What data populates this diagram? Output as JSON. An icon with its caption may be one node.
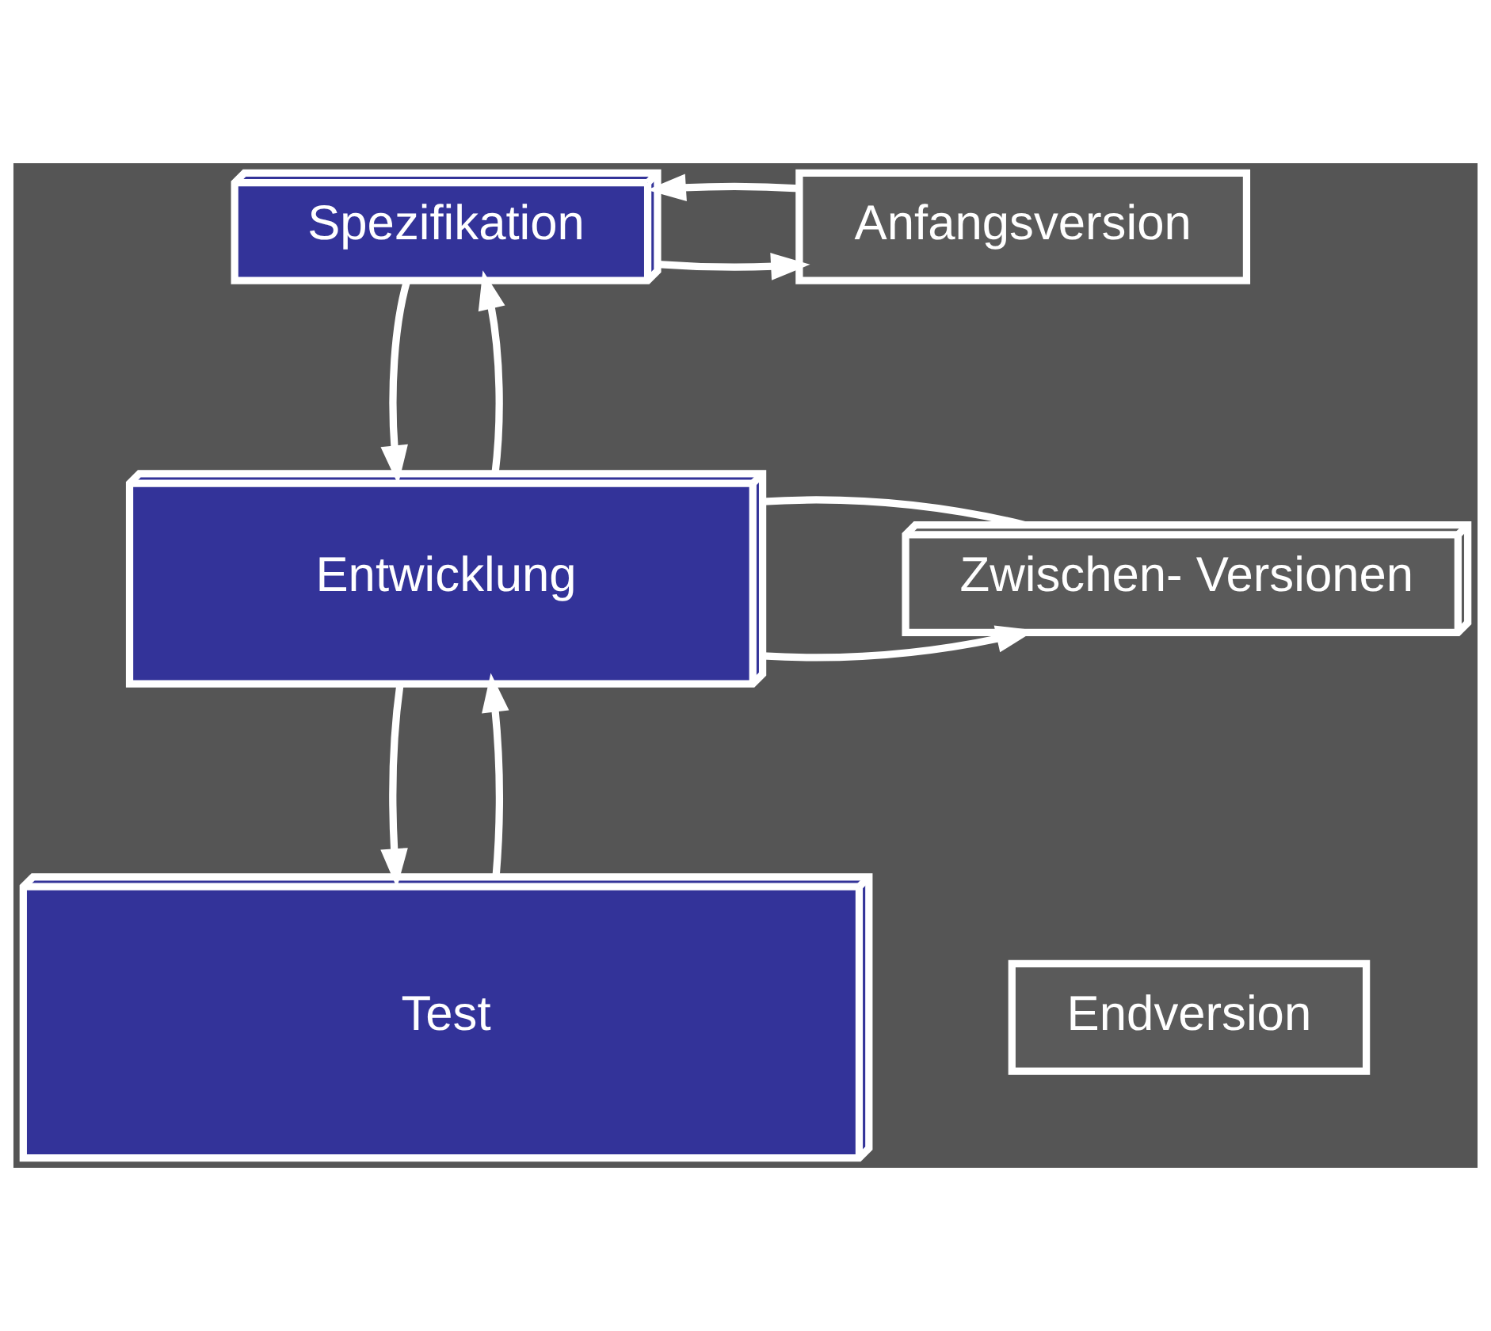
{
  "diagram": {
    "nodes": [
      {
        "text": [
          "Spezifikation"
        ]
      },
      {
        "text": [
          "Anfangsversion"
        ]
      },
      {
        "text": [
          "Entwicklung"
        ]
      },
      {
        "text": [
          "Zwischen- Versionen"
        ]
      },
      {
        "text": [
          "Test"
        ]
      },
      {
        "text": [
          "Endversion"
        ]
      }
    ],
    "edges": [
      {
        "from": 0,
        "to": 1,
        "arrow": "to"
      },
      {
        "from": 1,
        "to": 0,
        "arrow": "to"
      },
      {
        "from": 0,
        "to": 2,
        "arrow": "to"
      },
      {
        "from": 2,
        "to": 0,
        "arrow": "to"
      },
      {
        "from": 2,
        "to": 3,
        "arrow": "to"
      },
      {
        "from": 3,
        "to": 2,
        "arrow": "none"
      },
      {
        "from": 2,
        "to": 4,
        "arrow": "to"
      },
      {
        "from": 4,
        "to": 2,
        "arrow": "to"
      }
    ]
  }
}
